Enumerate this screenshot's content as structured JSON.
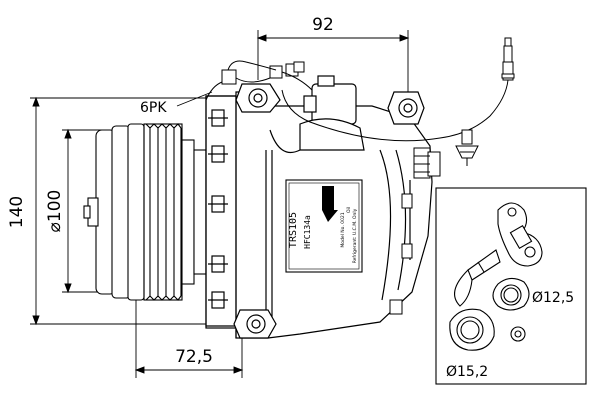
{
  "dimensions": {
    "width_top": "92",
    "width_bottom": "72,5",
    "height": "140",
    "pulley_diameter": "⌀100",
    "belt": "6PK"
  },
  "detail": {
    "port_small": "Ø12,5",
    "port_large": "Ø15,2"
  },
  "nameplate": {
    "model": "TRS105",
    "refrigerant": "HFC134a",
    "model_no": "Model No. 0021",
    "oil": "Oil",
    "instruction": "Refrigerant: U.C.M. Only"
  }
}
